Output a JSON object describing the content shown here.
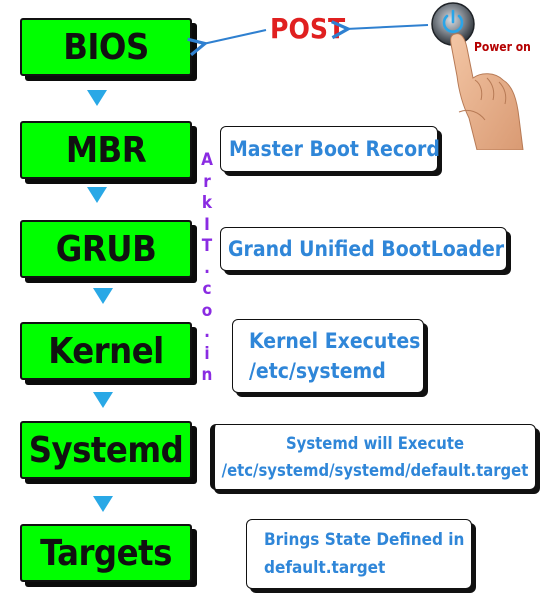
{
  "flow": {
    "steps": [
      {
        "label": "BIOS"
      },
      {
        "label": "MBR"
      },
      {
        "label": "GRUB"
      },
      {
        "label": "Kernel"
      },
      {
        "label": "Systemd"
      },
      {
        "label": "Targets"
      }
    ],
    "descriptions": {
      "mbr": [
        "Master Boot Record"
      ],
      "grub": [
        "Grand Unified BootLoader"
      ],
      "kernel": [
        "Kernel Executes",
        "/etc/systemd"
      ],
      "systemd": [
        "Systemd will Execute",
        "/etc/systemd/systemd/default.target"
      ],
      "targets": [
        "Brings State Defined in",
        "default.target"
      ]
    }
  },
  "post_label": "POST",
  "power": {
    "label": "Power on",
    "icon": "power-button-icon"
  },
  "watermark": [
    "A",
    "r",
    "k",
    "I",
    "T",
    ".",
    "c",
    "o",
    ".",
    "i",
    "n"
  ],
  "colors": {
    "step_fill": "#00ff00",
    "arrow": "#29a8e6",
    "post_text": "#e02020",
    "desc_text": "#2f86d8",
    "watermark": "#8a2be2"
  }
}
